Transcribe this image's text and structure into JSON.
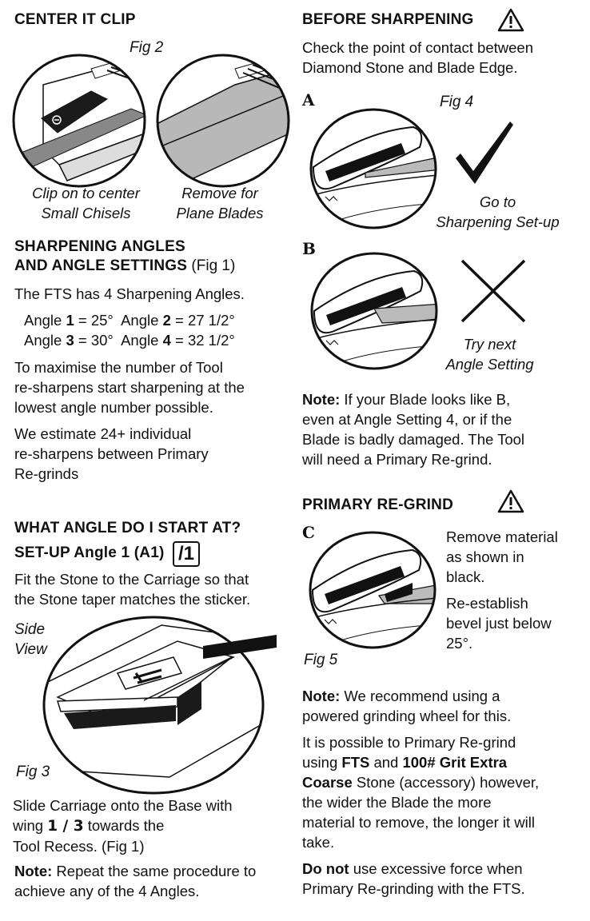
{
  "left": {
    "center_clip": {
      "heading": "CENTER IT CLIP",
      "fig": "Fig 2",
      "caption_left": [
        "Clip on to center",
        "Small Chisels"
      ],
      "caption_right": [
        "Remove for",
        "Plane Blades"
      ]
    },
    "angles": {
      "heading_line1": "SHARPENING ANGLES",
      "heading_line2": "AND ANGLE SETTINGS",
      "heading_suffix": "(Fig 1)",
      "intro": "The FTS has 4 Sharpening Angles.",
      "angle_word": "Angle",
      "a1_num": "1",
      "a1_val": "= 25°",
      "a2_num": "2",
      "a2_val": "= 27 1/2°",
      "a3_num": "3",
      "a3_val": "= 30°",
      "a4_num": "4",
      "a4_val": "= 32 1/2°",
      "para1": [
        "To maximise the number of Tool",
        "re-sharpens start sharpening at the",
        "lowest angle number possible."
      ],
      "para2": [
        "We estimate 24+ individual",
        "re-sharpens between Primary",
        "Re-grinds"
      ]
    },
    "start": {
      "heading": "WHAT ANGLE DO I START AT?",
      "setup": "SET-UP Angle 1 (A1)",
      "badge": "/1",
      "para": [
        "Fit the Stone to the Carriage so that",
        "the Stone taper matches the sticker."
      ],
      "side_view": [
        "Side",
        "View"
      ],
      "fig": "Fig 3",
      "slide_1": "Slide Carriage onto the Base with",
      "slide_2a": "wing",
      "slide_2b": "1 / 3",
      "slide_2c": "towards the",
      "slide_3": "Tool Recess. (Fig 1)",
      "note_label": "Note:",
      "note_1": "Repeat the same procedure to",
      "note_2": "achieve any of the 4 Angles."
    }
  },
  "right": {
    "before": {
      "heading": "BEFORE SHARPENING",
      "para": [
        "Check the point of contact between",
        "Diamond Stone and Blade Edge."
      ],
      "label_a": "A",
      "fig": "Fig 4",
      "go_to": [
        "Go to",
        "Sharpening Set-up"
      ],
      "label_b": "B",
      "try_next": [
        "Try next",
        "Angle Setting"
      ],
      "note_label": "Note:",
      "note": [
        "If your Blade looks like B,",
        "even at Angle Setting 4, or if the",
        "Blade is badly damaged. The Tool",
        "will need a Primary Re-grind."
      ]
    },
    "regrind": {
      "heading": "PRIMARY RE-GRIND",
      "label_c": "C",
      "remove": [
        "Remove material",
        "as shown in",
        "black."
      ],
      "reestablish": [
        "Re-establish",
        "bevel just below",
        "25°."
      ],
      "fig": "Fig 5",
      "note_label": "Note:",
      "note_1": "We recommend using a",
      "note_2": "powered grinding wheel for this.",
      "p_1": "It is possible to Primary Re-grind",
      "p_2a": "using",
      "p_2b": "FTS",
      "p_2c": "and",
      "p_2d": "100# Grit Extra",
      "p_3a": "Coarse",
      "p_3b": "Stone (accessory) however,",
      "p_4": "the wider the Blade the more",
      "p_5": "material to remove, the longer it will",
      "p_6": "take.",
      "warn_bold": "Do not",
      "warn_1": "use excessive force when",
      "warn_2": "Primary Re-grinding with the FTS."
    }
  }
}
